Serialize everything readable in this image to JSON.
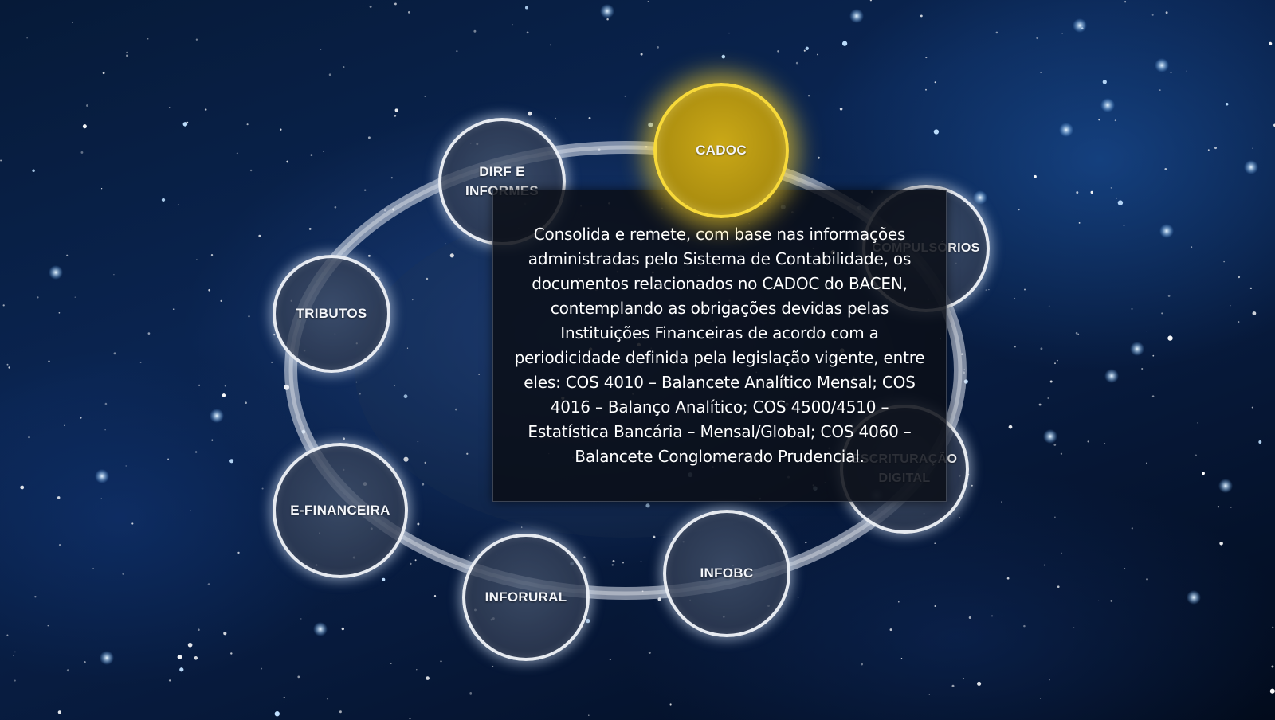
{
  "diagram": {
    "nodes": [
      {
        "id": "cadoc",
        "label": "CADOC",
        "active": true
      },
      {
        "id": "dirf",
        "label": "DIRF E\nINFORMES",
        "active": false
      },
      {
        "id": "compulsorios",
        "label": "COMPULSÓRIOS",
        "active": false
      },
      {
        "id": "tributos",
        "label": "TRIBUTOS",
        "active": false
      },
      {
        "id": "escrituracao",
        "label": "ESCRITURAÇÃO\nDIGITAL",
        "active": false
      },
      {
        "id": "efinanceira",
        "label": "E-FINANCEIRA",
        "active": false
      },
      {
        "id": "inforural",
        "label": "INFORURAL",
        "active": false
      },
      {
        "id": "infobc",
        "label": "INFOBC",
        "active": false
      }
    ],
    "active_color": "#f7d93a",
    "node_border_color": "#f0f4fa"
  },
  "info_panel": {
    "text": "Consolida e remete, com base nas informações administradas pelo Sistema de Contabilidade, os documentos relacionados no CADOC do BACEN, contemplando as obrigações devidas pelas Instituições Financeiras de acordo com a periodicidade definida pela legislação vigente, entre eles: COS 4010 – Balancete Analítico Mensal; COS 4016 – Balanço Analítico; COS 4500/4510 – Estatística Bancária – Mensal/Global; COS 4060 – Balancete Conglomerado Prudencial."
  }
}
